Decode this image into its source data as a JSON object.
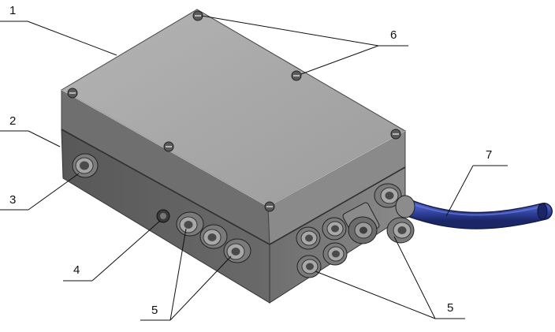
{
  "colors": {
    "box_top": "#a9a9a9",
    "box_front": "#5f5f5f",
    "box_right": "#787878",
    "seam": "#3a3a3a",
    "cable": "#2e3f9a",
    "connector": "#9a9a9a",
    "leader": "#111111"
  },
  "callouts": {
    "c1": "1",
    "c2": "2",
    "c3": "3",
    "c4": "4",
    "c5_left": "5",
    "c5_right": "5",
    "c6": "6",
    "c7": "7"
  }
}
